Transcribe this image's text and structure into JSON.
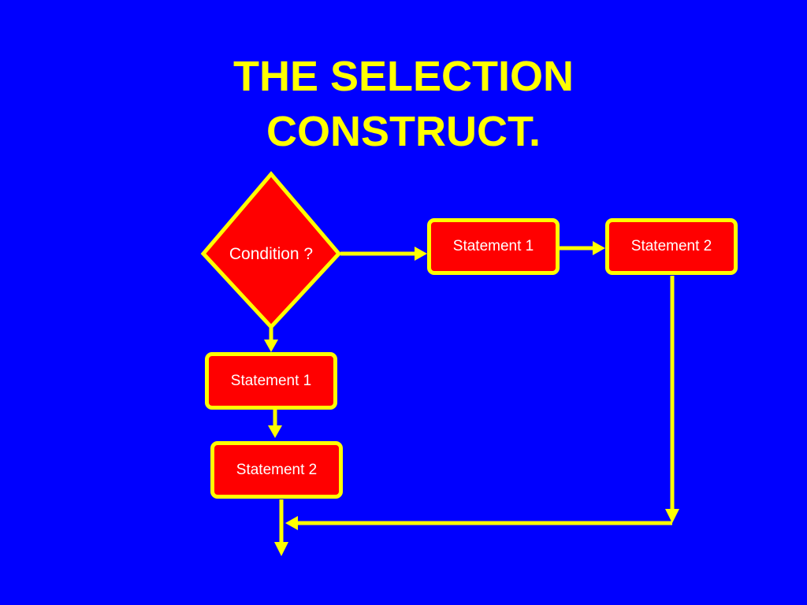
{
  "slide": {
    "title_line1": "THE SELECTION",
    "title_line2": "CONSTRUCT."
  },
  "diagram": {
    "condition": "Condition ?",
    "true_branch": {
      "statement_1": "Statement 1",
      "statement_2": "Statement 2"
    },
    "false_branch": {
      "statement_1": "Statement 1",
      "statement_2": "Statement 2"
    }
  },
  "colors": {
    "background": "#0000ff",
    "title_text": "#ffff00",
    "shape_fill": "#ff0000",
    "shape_border": "#ffff00",
    "shape_text": "#ffffff",
    "connector": "#ffff00"
  }
}
